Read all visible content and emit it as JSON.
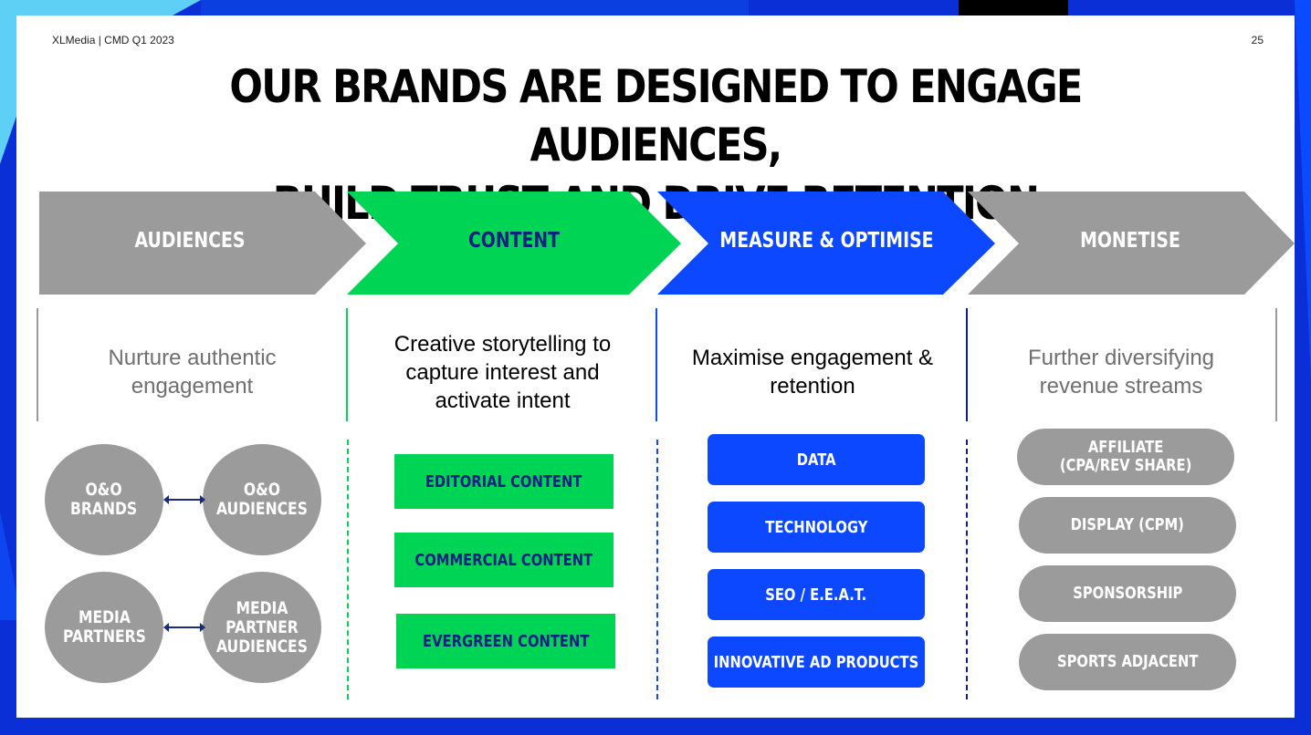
{
  "header": {
    "left": "XLMedia | CMD Q1 2023",
    "page_number": "25"
  },
  "title": {
    "line1": "OUR BRANDS ARE DESIGNED TO ENGAGE AUDIENCES,",
    "line2": "BUILD TRUST AND DRIVE RETENTION"
  },
  "colors": {
    "gray": "#9b9b9b",
    "green": "#00d455",
    "blue": "#0b48ff",
    "navy": "#0e2080",
    "desc_gray": "#6f6f6f"
  },
  "stages": [
    {
      "label": "AUDIENCES",
      "description": "Nurture authentic engagement"
    },
    {
      "label": "CONTENT",
      "description": "Creative storytelling to capture interest and activate intent"
    },
    {
      "label": "MEASURE & OPTIMISE",
      "description": "Maximise engagement & retention"
    },
    {
      "label": "MONETISE",
      "description": "Further diversifying revenue streams"
    }
  ],
  "audiences": {
    "row1": {
      "left": "O&O\nBRANDS",
      "right": "O&O\nAUDIENCES"
    },
    "row2": {
      "left": "MEDIA\nPARTNERS",
      "right": "MEDIA\nPARTNER\nAUDIENCES"
    }
  },
  "content_items": [
    "EDITORIAL CONTENT",
    "COMMERCIAL CONTENT",
    "EVERGREEN CONTENT"
  ],
  "measure_items": [
    "DATA",
    "TECHNOLOGY",
    "SEO / E.E.A.T.",
    "INNOVATIVE AD PRODUCTS"
  ],
  "monetise_items": [
    "AFFILIATE\n(CPA/REV SHARE)",
    "DISPLAY (CPM)",
    "SPONSORSHIP",
    "SPORTS ADJACENT"
  ]
}
